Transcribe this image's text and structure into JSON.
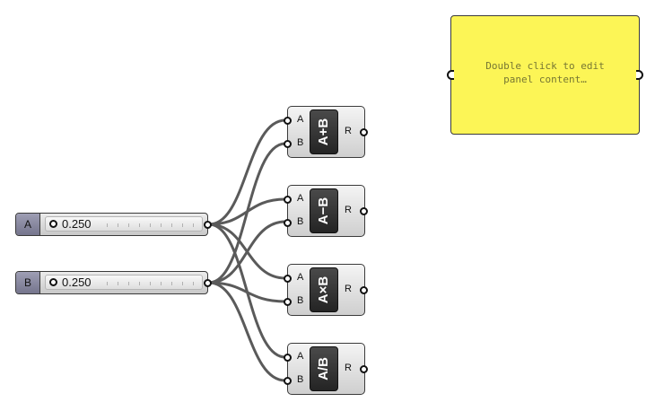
{
  "sliders": [
    {
      "label": "A",
      "value": "0.250"
    },
    {
      "label": "B",
      "value": "0.250"
    }
  ],
  "components": [
    {
      "op": "A+B",
      "input_a": "A",
      "input_b": "B",
      "output": "R"
    },
    {
      "op": "A−B",
      "input_a": "A",
      "input_b": "B",
      "output": "R"
    },
    {
      "op": "A×B",
      "input_a": "A",
      "input_b": "B",
      "output": "R"
    },
    {
      "op": "A/B",
      "input_a": "A",
      "input_b": "B",
      "output": "R"
    }
  ],
  "panel": {
    "text_line1": "Double click to edit",
    "text_line2": "panel content…",
    "background": "#fcf556"
  },
  "colors": {
    "wire": "#5a5a5a",
    "slider_label": "#8a8aa2"
  }
}
